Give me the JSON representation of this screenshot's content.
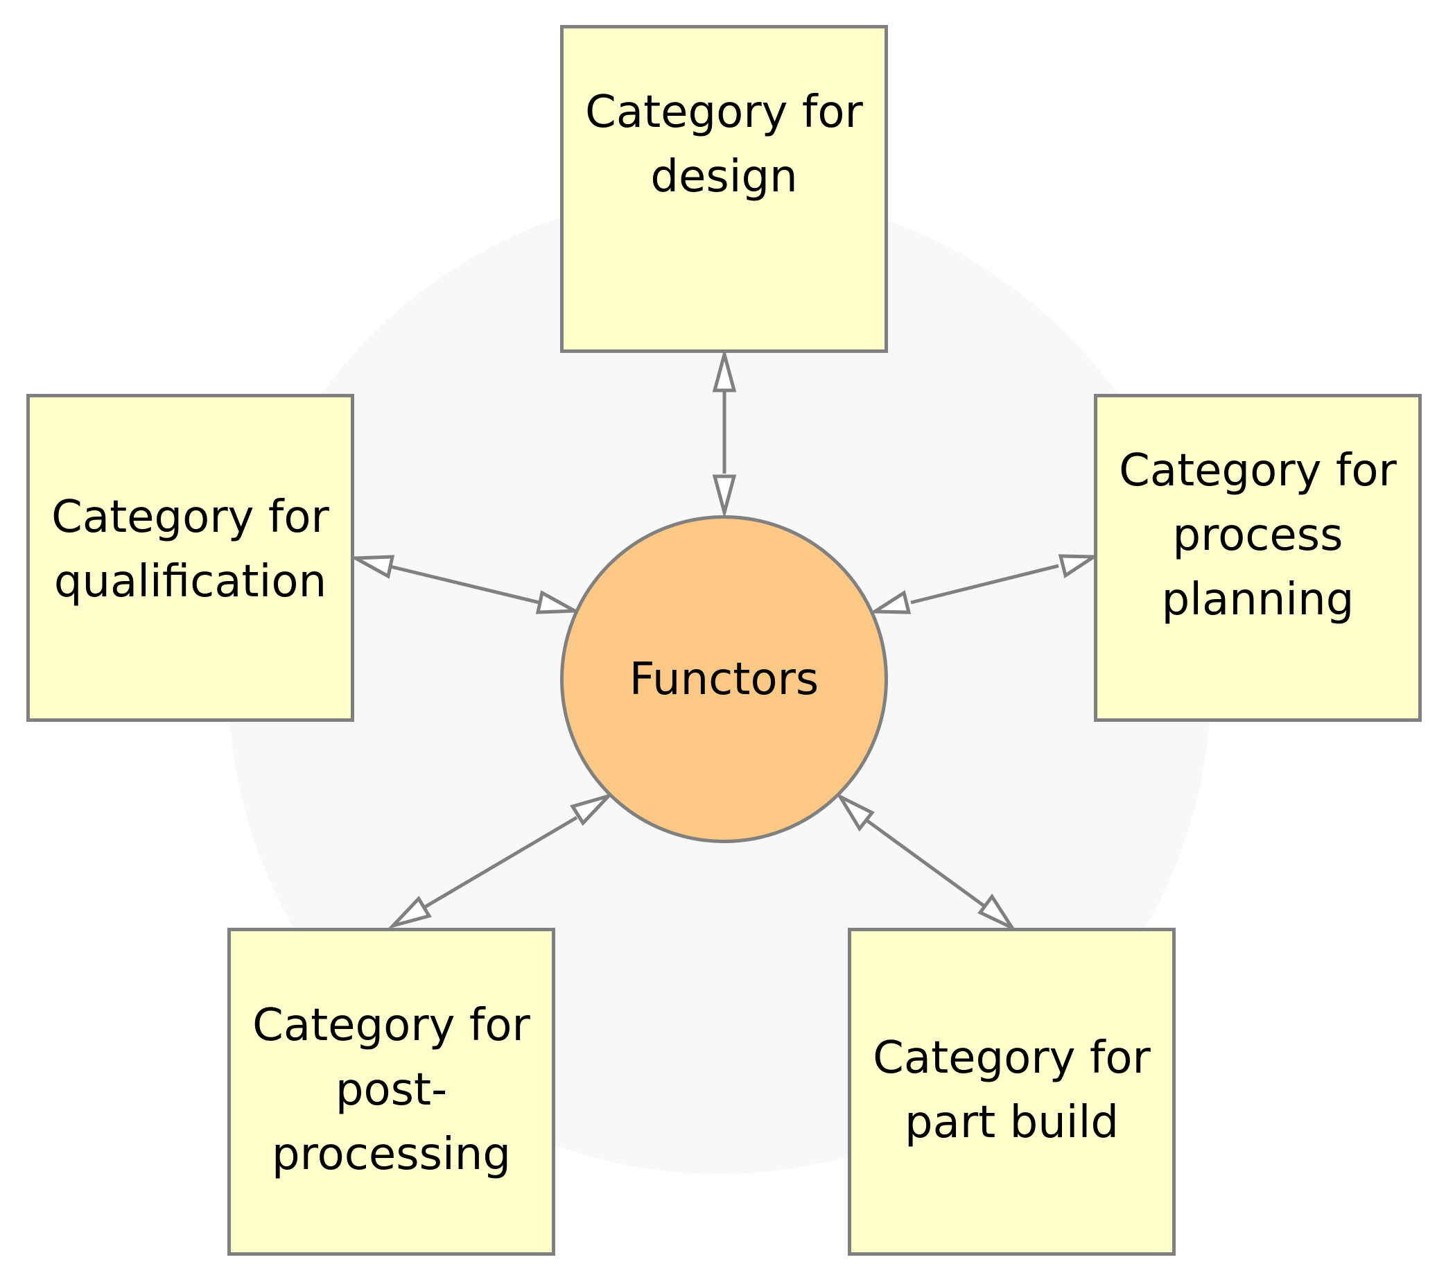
{
  "diagram": {
    "center": {
      "label": "Functors"
    },
    "categories": [
      {
        "id": "design",
        "label": "Category for design"
      },
      {
        "id": "qualification",
        "label": "Category for qualification"
      },
      {
        "id": "process-planning",
        "label": "Category for process planning"
      },
      {
        "id": "post-processing",
        "label": "Category for post-processing"
      },
      {
        "id": "part-build",
        "label": "Category for part build"
      }
    ],
    "connections": [
      {
        "from": "Functors",
        "to": "Category for design",
        "direction": "bidirectional"
      },
      {
        "from": "Functors",
        "to": "Category for qualification",
        "direction": "bidirectional"
      },
      {
        "from": "Functors",
        "to": "Category for process planning",
        "direction": "bidirectional"
      },
      {
        "from": "Functors",
        "to": "Category for post-processing",
        "direction": "bidirectional"
      },
      {
        "from": "Functors",
        "to": "Category for part build",
        "direction": "bidirectional"
      }
    ],
    "colors": {
      "category_fill": "#ffffcc",
      "center_fill": "#fcc886",
      "stroke": "#808080",
      "background_disc": "#f8f8f8"
    }
  }
}
